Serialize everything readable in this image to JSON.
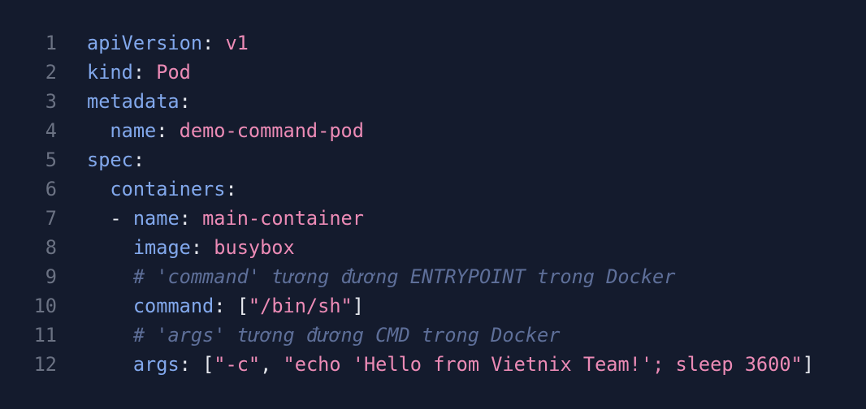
{
  "theme": {
    "background": "#141b2d",
    "line_number": "#6b7283",
    "key": "#82a8ec",
    "punctuation": "#e6e8ee",
    "string": "#ec8bb6",
    "comment": "#5e6f99"
  },
  "code": {
    "language": "yaml",
    "lines": [
      {
        "n": "1",
        "indent": "",
        "key": "apiVersion",
        "sep": ": ",
        "value": "v1"
      },
      {
        "n": "2",
        "indent": "",
        "key": "kind",
        "sep": ": ",
        "value": "Pod"
      },
      {
        "n": "3",
        "indent": "",
        "key": "metadata",
        "sep": ":"
      },
      {
        "n": "4",
        "indent": "  ",
        "key": "name",
        "sep": ": ",
        "value": "demo-command-pod"
      },
      {
        "n": "5",
        "indent": "",
        "key": "spec",
        "sep": ":"
      },
      {
        "n": "6",
        "indent": "  ",
        "key": "containers",
        "sep": ":"
      },
      {
        "n": "7",
        "indent": "  ",
        "dash": "- ",
        "key": "name",
        "sep": ": ",
        "value": "main-container"
      },
      {
        "n": "8",
        "indent": "    ",
        "key": "image",
        "sep": ": ",
        "value": "busybox"
      },
      {
        "n": "9",
        "indent": "    ",
        "comment": "# 'command' tương đương ENTRYPOINT trong Docker"
      },
      {
        "n": "10",
        "indent": "    ",
        "key": "command",
        "sep": ": ",
        "open": "[",
        "items": [
          "\"/bin/sh\""
        ],
        "close": "]"
      },
      {
        "n": "11",
        "indent": "    ",
        "comment": "# 'args' tương đương CMD trong Docker"
      },
      {
        "n": "12",
        "indent": "    ",
        "key": "args",
        "sep": ": ",
        "open": "[",
        "items": [
          "\"-c\"",
          "\"echo 'Hello from Vietnix Team!'; sleep 3600\""
        ],
        "close": "]"
      }
    ]
  }
}
